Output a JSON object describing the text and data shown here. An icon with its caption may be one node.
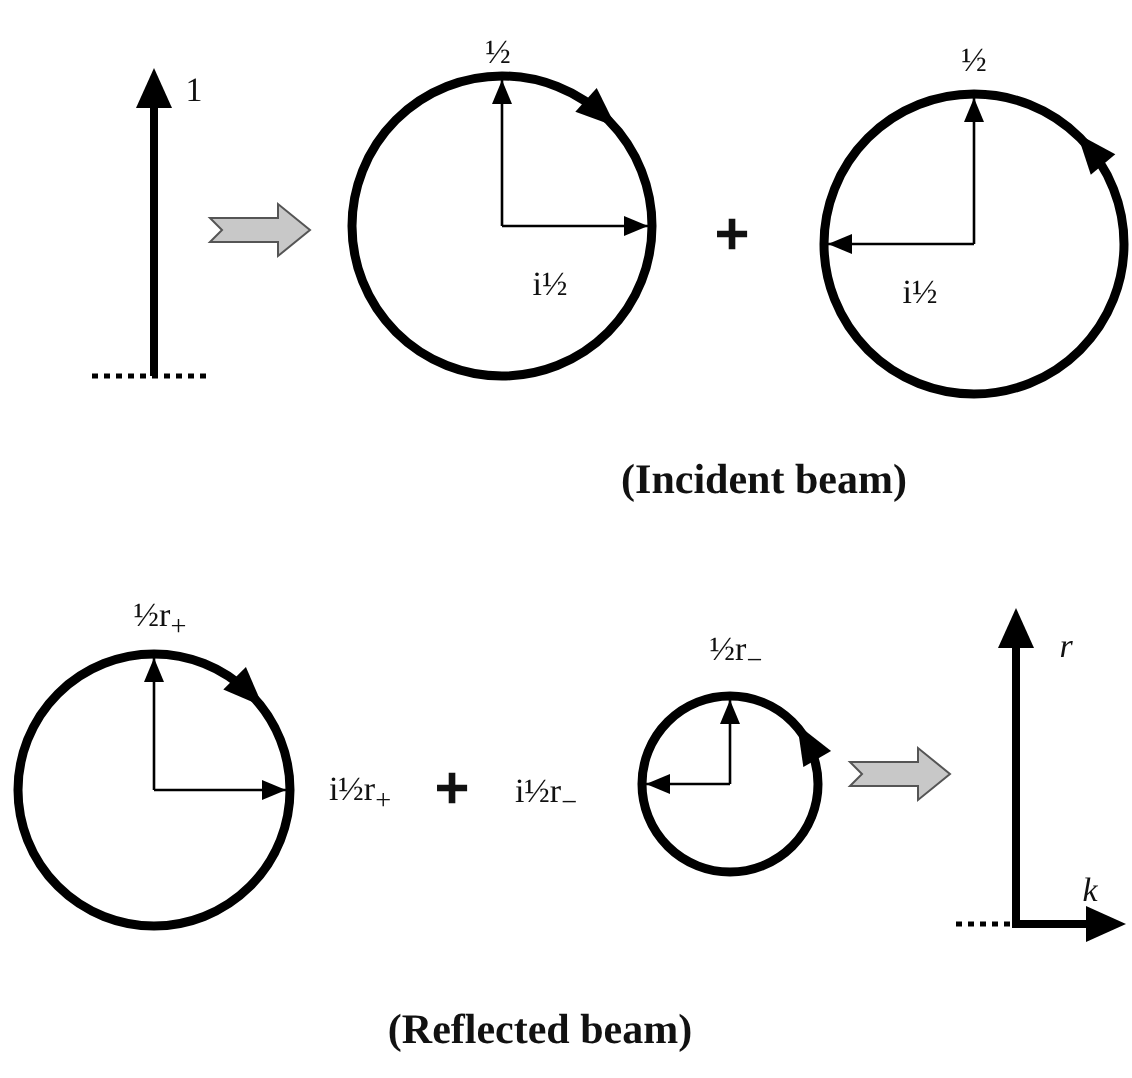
{
  "diagram": {
    "labels": [
      "1",
      "½",
      "i½",
      "+",
      "½",
      "i½",
      "(Incident beam)",
      "½r$_{+}$",
      "i½r$_{+}$",
      "+",
      "i½r$_{−}$",
      "½r$_{−}$",
      "r",
      "k",
      "(Reflected beam)"
    ]
  }
}
